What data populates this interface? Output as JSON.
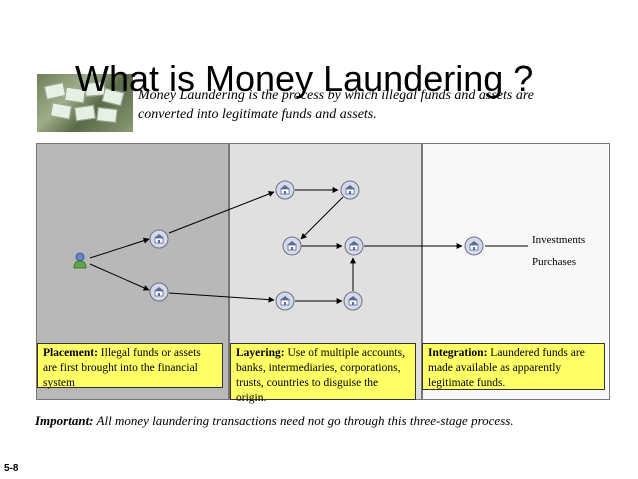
{
  "slide": {
    "title": "What is Money Laundering ?",
    "subtitle": "Money Laundering is the process by which illegal funds and assets are converted into legitimate funds and assets.",
    "page_number": "5-8"
  },
  "stages": [
    {
      "term": "Placement:",
      "description": "Illegal funds or assets are first brought into the financial system"
    },
    {
      "term": "Layering:",
      "description": "Use of multiple accounts, banks, intermediaries, corporations, trusts, countries to disguise the origin."
    },
    {
      "term": "Integration:",
      "description": "Laundered funds are made available as apparently legitimate funds."
    }
  ],
  "destinations": [
    "Investments",
    "Purchases"
  ],
  "important": {
    "term": "Important:",
    "text": "All money laundering transactions need not go through this three-stage process."
  },
  "colors": {
    "placement_panel": "#b8b8b8",
    "layering_panel": "#e0e0e0",
    "integration_panel": "#f8f8f8",
    "note_fill": "#ffff66"
  },
  "icons": {
    "source": "person-icon",
    "node": "bank-building-icon"
  }
}
